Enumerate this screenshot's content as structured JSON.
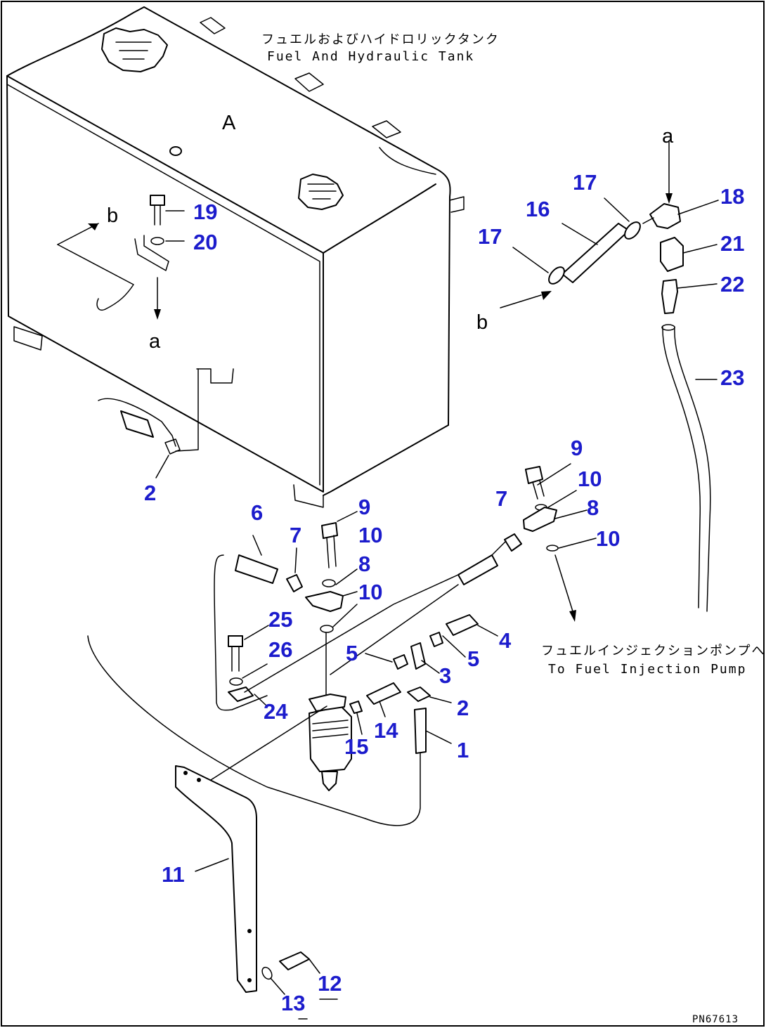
{
  "title": {
    "jp": "フュエルおよびハイドロリックタンク",
    "en": "Fuel And Hydraulic Tank"
  },
  "tank_mark": "A",
  "destination": {
    "jp": "フュエルインジェクションポンプへ",
    "en": "To Fuel Injection Pump"
  },
  "view_markers": [
    "a",
    "b",
    "a",
    "b"
  ],
  "callouts": [
    "1",
    "2",
    "2",
    "3",
    "4",
    "5",
    "5",
    "6",
    "7",
    "7",
    "8",
    "8",
    "9",
    "9",
    "10",
    "10",
    "10",
    "10",
    "11",
    "12",
    "13",
    "14",
    "15",
    "16",
    "17",
    "17",
    "18",
    "19",
    "20",
    "21",
    "22",
    "23",
    "24",
    "25",
    "26"
  ],
  "drawing_code": "PN67613",
  "colors": {
    "callout": "#1c1ccc",
    "line": "#000000",
    "background": "#ffffff"
  }
}
